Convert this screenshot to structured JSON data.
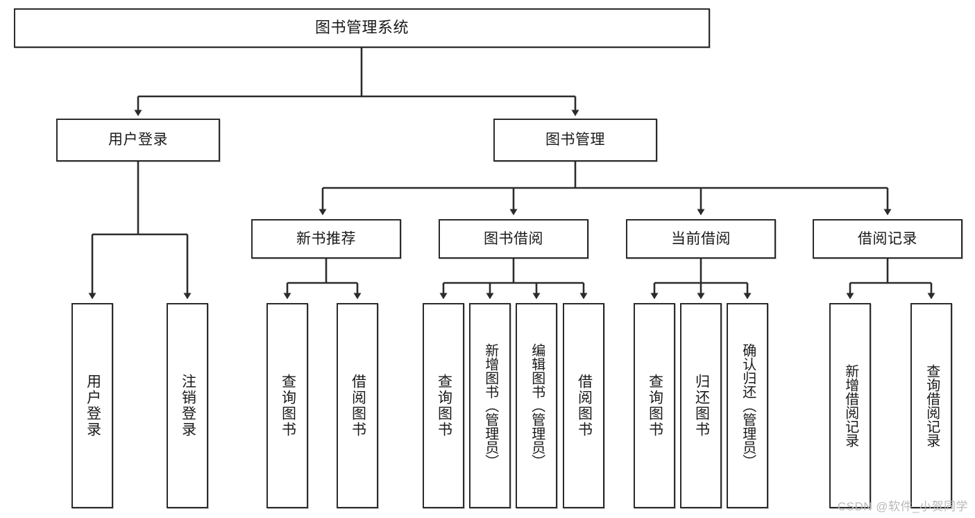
{
  "diagram": {
    "title": "图书管理系统",
    "type": "功能结构图",
    "line_color": "#2b2b2b",
    "box_fill": "#ffffff",
    "text_color": "#1a1a1a"
  },
  "nodes": {
    "root": {
      "label": "图书管理系统"
    },
    "level2": [
      {
        "label": "用户登录"
      },
      {
        "label": "图书管理"
      }
    ],
    "level3": [
      {
        "label": "新书推荐"
      },
      {
        "label": "图书借阅"
      },
      {
        "label": "当前借阅"
      },
      {
        "label": "借阅记录"
      }
    ],
    "leaves": {
      "user_login": [
        {
          "label": "用户登录"
        },
        {
          "label": "注销登录"
        }
      ],
      "new_book_recommend": [
        {
          "label": "查询图书"
        },
        {
          "label": "借阅图书"
        }
      ],
      "book_borrow": [
        {
          "label": "查询图书"
        },
        {
          "label": "新增图书（管理员）"
        },
        {
          "label": "编辑图书（管理员）"
        },
        {
          "label": "借阅图书"
        }
      ],
      "current_borrow": [
        {
          "label": "查询图书"
        },
        {
          "label": "归还图书"
        },
        {
          "label": "确认归还（管理员）"
        }
      ],
      "borrow_record": [
        {
          "label": "新增借阅记录"
        },
        {
          "label": "查询借阅记录"
        }
      ]
    }
  },
  "watermark": {
    "text": "CSDN @软件_小贺同学"
  }
}
